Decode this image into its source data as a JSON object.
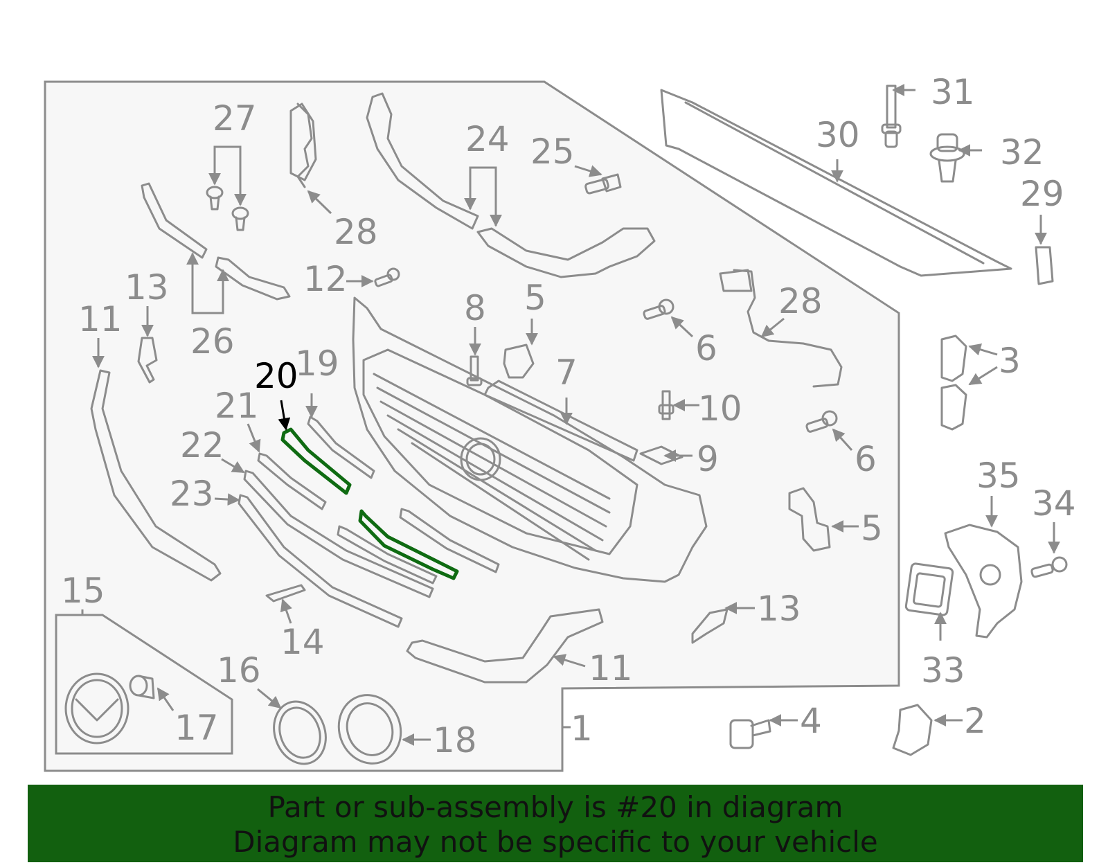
{
  "diagram": {
    "callouts": [
      "1",
      "2",
      "3",
      "4",
      "5",
      "5",
      "6",
      "6",
      "7",
      "8",
      "9",
      "10",
      "11",
      "11",
      "12",
      "13",
      "13",
      "14",
      "15",
      "16",
      "17",
      "18",
      "19",
      "20",
      "21",
      "22",
      "23",
      "24",
      "25",
      "26",
      "27",
      "28",
      "28",
      "29",
      "30",
      "31",
      "32",
      "33",
      "34",
      "35"
    ],
    "highlighted_part": "20",
    "colors": {
      "line": "#8c8c8c",
      "highlight_part": "#0f6b12",
      "banner_bg": "#12600f",
      "banner_text": "#111111",
      "panel_fill": "#f7f7f7"
    }
  },
  "banner": {
    "line1": "Part or sub-assembly is #20 in diagram",
    "line2": "Diagram may not be specific to your vehicle"
  }
}
